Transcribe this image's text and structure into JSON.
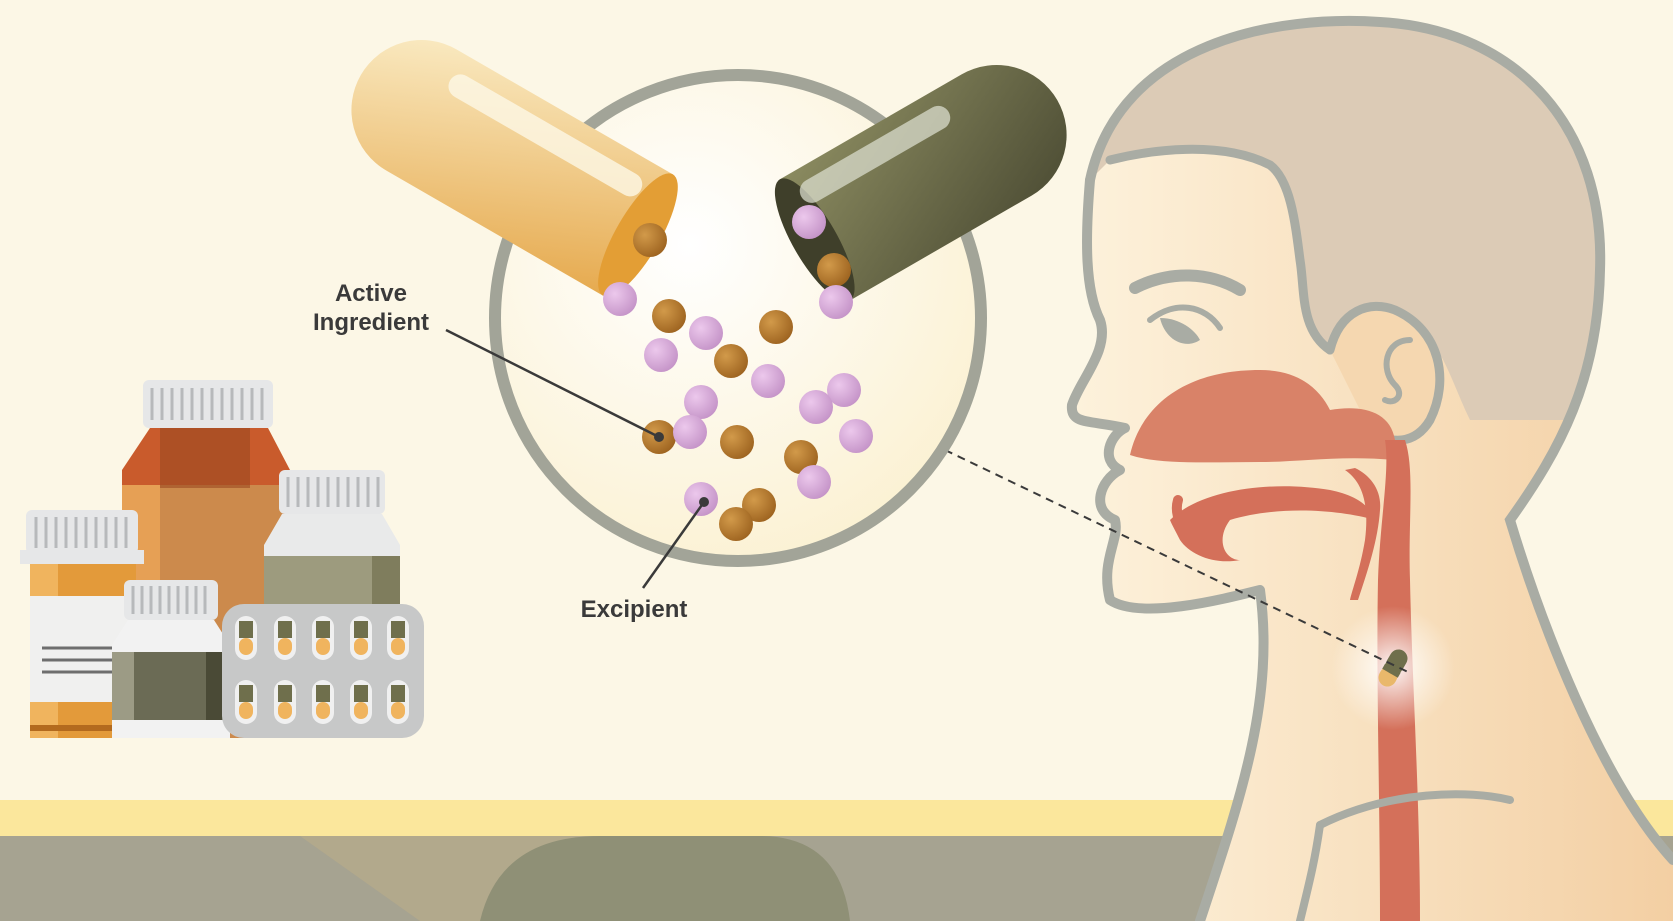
{
  "labels": {
    "active_line1": "Active",
    "active_line2": "Ingredient",
    "excipient": "Excipient"
  },
  "colors": {
    "background": "#fcf7e6",
    "counter_band": "#fbe79c",
    "floor": "#a6a391",
    "capsule_yellow": "#e9b86b",
    "capsule_olive": "#6f6f4c",
    "active_particle": "#b97d2c",
    "excipient_particle": "#d7a8d8",
    "throat": "#d4705a",
    "outline": "#a9aca4",
    "skin": "#f8ddb9"
  },
  "icons": [
    "pill-bottle-icon",
    "capsule-icon",
    "blister-pack-icon",
    "magnifier-circle-icon",
    "head-silhouette-icon"
  ]
}
